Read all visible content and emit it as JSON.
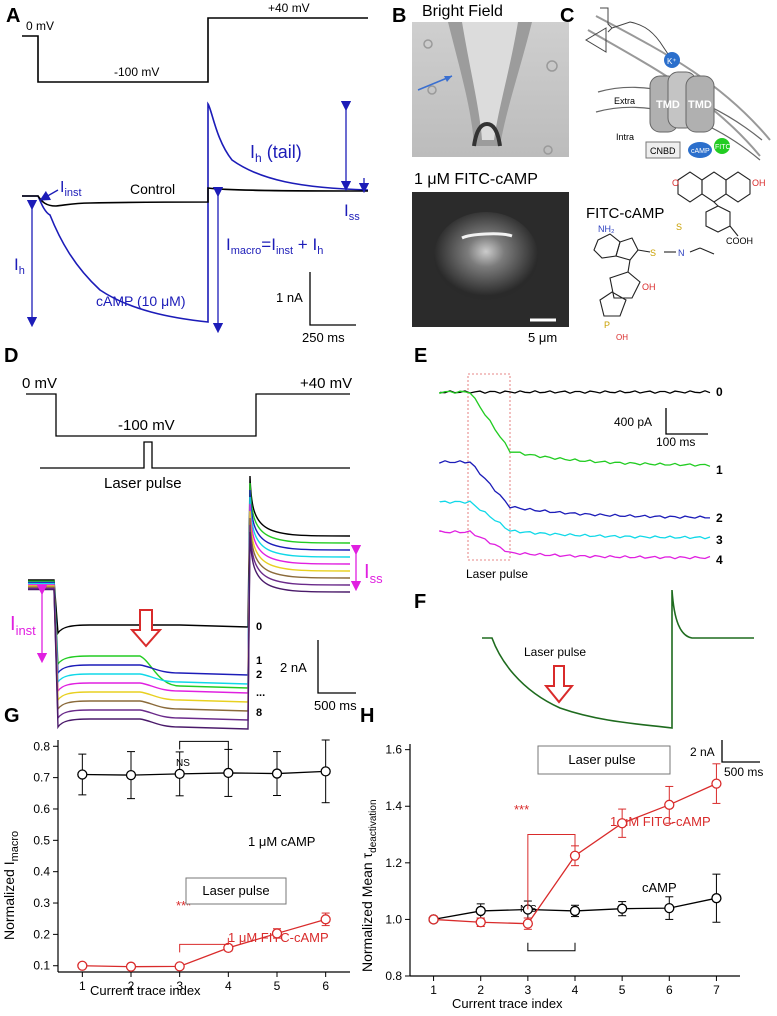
{
  "panel_letters": [
    "A",
    "B",
    "C",
    "D",
    "E",
    "F",
    "G",
    "H"
  ],
  "panel_a": {
    "protocol": {
      "v0": "0 mV",
      "v1": "-100 mV",
      "v2": "+40 mV"
    },
    "labels": {
      "inst": "I",
      "inst_sub": "inst",
      "control": "Control",
      "ih": "I",
      "ih_sub": "h",
      "camp": "cAMP (10 μM)",
      "tail": "I",
      "tail_sub": "h",
      "tail_paren": " (tail)",
      "macro": "I",
      "macro_sub": "macro",
      "macro_eq": "=I",
      "macro_inst": "inst",
      "macro_plus": " + I",
      "macro_h": "h",
      "ss": "I",
      "ss_sub": "ss"
    },
    "scalebar": {
      "y": "1 nA",
      "x": "250 ms"
    }
  },
  "panel_b": {
    "bright_field": "Bright Field",
    "fitc_label": "1 μM FITC-cAMP",
    "scalebar": "5 μm"
  },
  "panel_c": {
    "extra": "Extra",
    "intra": "Intra",
    "tmd": "TMD",
    "cnbd": "CNBD",
    "camp": "cAMP",
    "fitc": "FITC",
    "k": "K⁺",
    "fitc_camp": "FITC-cAMP",
    "cooh": "COOH",
    "nh2": "NH₂",
    "chem": {
      "o": "O",
      "oh": "OH",
      "s": "S",
      "h": "H",
      "n": "N",
      "p": "P",
      "ho": "HO"
    }
  },
  "panel_d": {
    "protocol": {
      "v0": "0 mV",
      "v1": "-100 mV",
      "v2": "+40 mV"
    },
    "laser": "Laser pulse",
    "inst": "I",
    "inst_sub": "inst",
    "ss": "I",
    "ss_sub": "ss",
    "trace_labels": [
      "0",
      "1",
      "2",
      "...",
      "8"
    ],
    "scalebar": {
      "y": "2 nA",
      "x": "500 ms"
    }
  },
  "panel_e": {
    "trace_labels": [
      "0",
      "1",
      "2",
      "3",
      "4"
    ],
    "scalebar": {
      "y": "400 pA",
      "x": "100 ms"
    },
    "laser": "Laser pulse"
  },
  "panel_f": {
    "laser": "Laser pulse",
    "scalebar": {
      "y": "2 nA",
      "x": "500 ms"
    }
  },
  "colors": {
    "black": "#000000",
    "blue": "#1c1cb8",
    "red": "#d92b2b",
    "green": "#22cc22",
    "magenta": "#e020e0",
    "cyan": "#10d8e8",
    "darkgreen": "#1e6b1e"
  },
  "chart_data": [
    {
      "type": "line",
      "panel": "G",
      "xlabel": "Current trace index",
      "ylabel": "Normalized I",
      "ylabel_sub": "macro",
      "xlim": [
        0.5,
        6.5
      ],
      "ylim": [
        0.08,
        0.82
      ],
      "xticks": [
        1,
        2,
        3,
        4,
        5,
        6
      ],
      "yticks": [
        0.1,
        0.2,
        0.3,
        0.4,
        0.5,
        0.6,
        0.7,
        0.8
      ],
      "ytick_labels": [
        "0.1",
        "0.2",
        "0.3",
        "0.4",
        "0.5",
        "0.6",
        "0.7",
        "0.8"
      ],
      "legend_box": "Laser pulse",
      "annotations": {
        "ns": "NS",
        "sig": "***"
      },
      "series": [
        {
          "name": "1 μM cAMP",
          "color": "#000000",
          "x": [
            1,
            2,
            3,
            4,
            5,
            6
          ],
          "y": [
            0.71,
            0.708,
            0.712,
            0.715,
            0.713,
            0.72
          ],
          "err": [
            0.065,
            0.075,
            0.07,
            0.075,
            0.07,
            0.1
          ]
        },
        {
          "name": "1 μM FITC-cAMP",
          "color": "#d92b2b",
          "x": [
            1,
            2,
            3,
            4,
            5,
            6
          ],
          "y": [
            0.1,
            0.097,
            0.098,
            0.157,
            0.203,
            0.248
          ],
          "err": [
            0.006,
            0.005,
            0.006,
            0.01,
            0.015,
            0.02
          ]
        }
      ]
    },
    {
      "type": "line",
      "panel": "H",
      "xlabel": "Current trace index",
      "ylabel": "Normalized Mean τ",
      "ylabel_sub": "deactivation",
      "xlim": [
        0.5,
        7.5
      ],
      "ylim": [
        0.8,
        1.62
      ],
      "xticks": [
        1,
        2,
        3,
        4,
        5,
        6,
        7
      ],
      "yticks": [
        0.8,
        1.0,
        1.2,
        1.4,
        1.6
      ],
      "ytick_labels": [
        "0.8",
        "1.0",
        "1.2",
        "1.4",
        "1.6"
      ],
      "legend_box": "Laser pulse",
      "annotations": {
        "ns": "N.S",
        "sig": "***"
      },
      "series": [
        {
          "name": "cAMP",
          "color": "#000000",
          "x": [
            1,
            2,
            3,
            4,
            5,
            6,
            7
          ],
          "y": [
            1.0,
            1.03,
            1.035,
            1.03,
            1.038,
            1.04,
            1.075
          ],
          "err": [
            0.005,
            0.025,
            0.03,
            0.02,
            0.025,
            0.04,
            0.085
          ]
        },
        {
          "name": "1 μM FITC-cAMP",
          "color": "#d92b2b",
          "x": [
            1,
            2,
            3,
            4,
            5,
            6,
            7
          ],
          "y": [
            1.0,
            0.99,
            0.985,
            1.225,
            1.34,
            1.405,
            1.48
          ],
          "err": [
            0.005,
            0.015,
            0.02,
            0.035,
            0.05,
            0.065,
            0.07
          ]
        }
      ]
    }
  ]
}
